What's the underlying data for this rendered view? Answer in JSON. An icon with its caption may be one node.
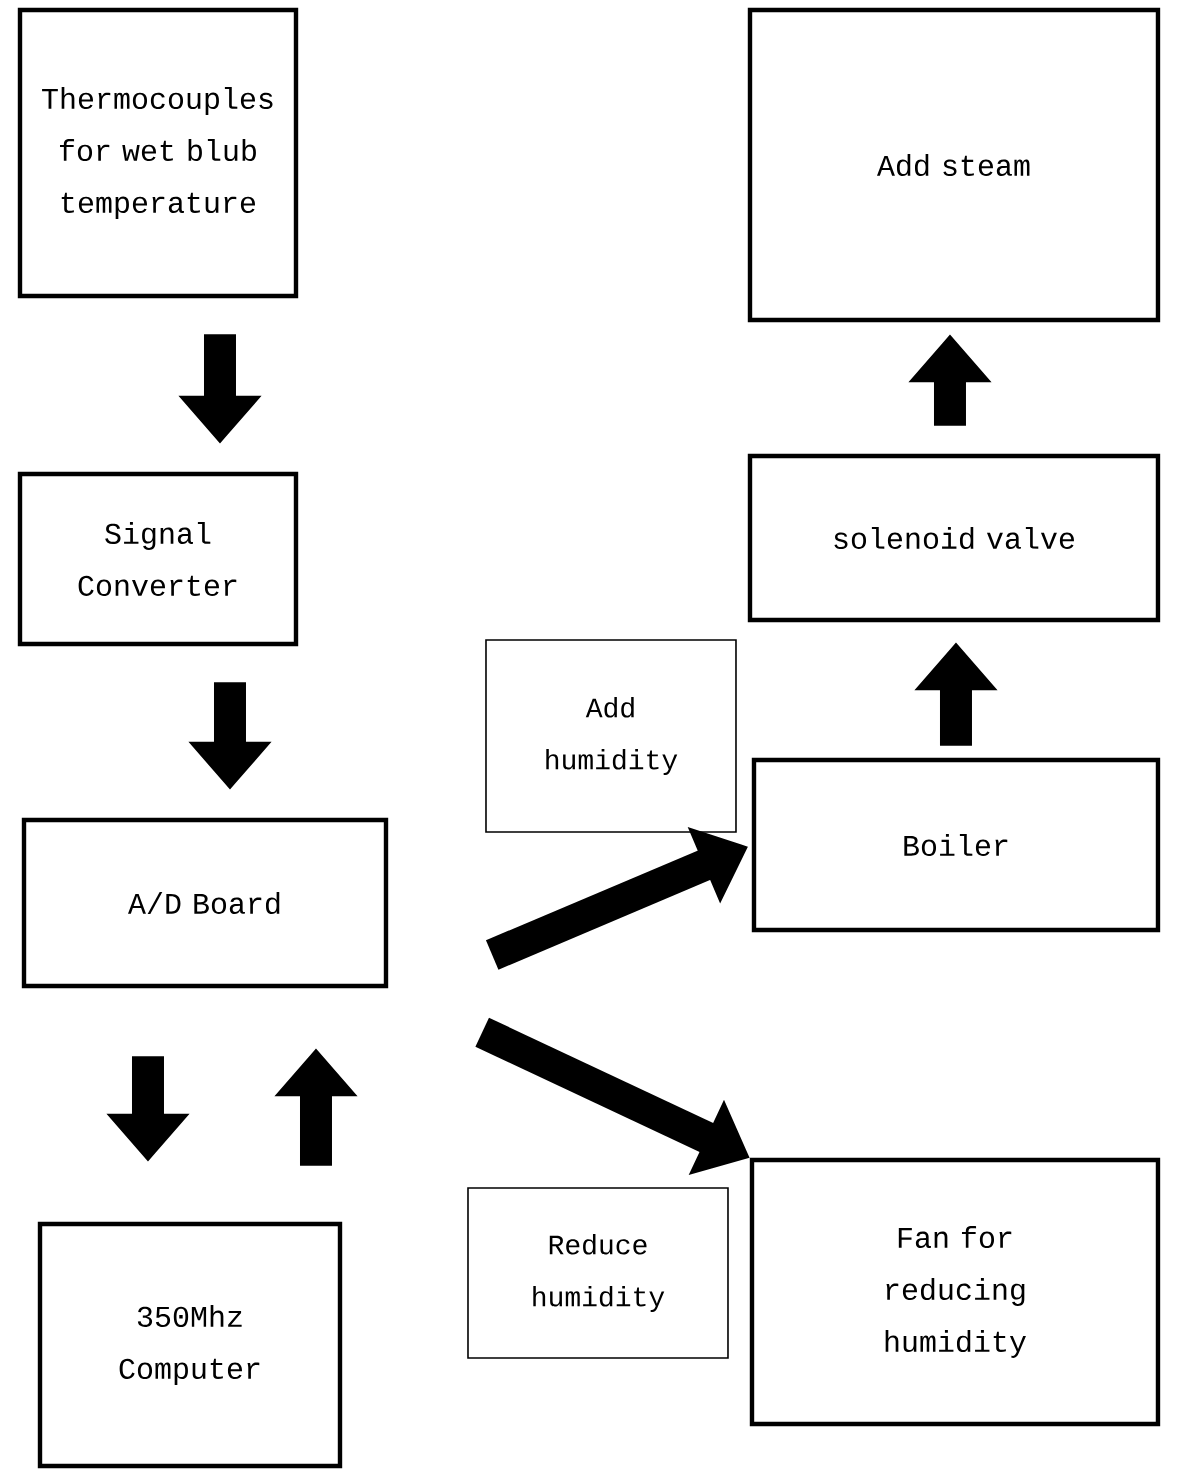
{
  "diagram": {
    "nodes": [
      {
        "text": [
          "Thermocouples for wet blub temperature"
        ]
      },
      {
        "text": [
          "Signal Converter"
        ]
      },
      {
        "text": [
          "A/D Board"
        ]
      },
      {
        "text": [
          "350Mhz Computer"
        ]
      },
      {
        "text": [
          "Add steam"
        ]
      },
      {
        "text": [
          "solenoid valve"
        ]
      },
      {
        "text": [
          "Boiler"
        ]
      },
      {
        "text": [
          "Fan for reducing humidity"
        ]
      },
      {
        "text": [
          "Add humidity"
        ]
      },
      {
        "text": [
          "Reduce humidity"
        ]
      }
    ],
    "edges": [
      {
        "from": 0,
        "to": 1,
        "arrow": "to"
      },
      {
        "from": 1,
        "to": 2,
        "arrow": "to"
      },
      {
        "from": 2,
        "to": 3,
        "arrow": "to"
      },
      {
        "from": 3,
        "to": 2,
        "arrow": "to"
      },
      {
        "from": 2,
        "to": 6,
        "arrow": "to"
      },
      {
        "from": 2,
        "to": 7,
        "arrow": "to"
      },
      {
        "from": 6,
        "to": 5,
        "arrow": "to"
      },
      {
        "from": 5,
        "to": 4,
        "arrow": "to"
      }
    ]
  }
}
